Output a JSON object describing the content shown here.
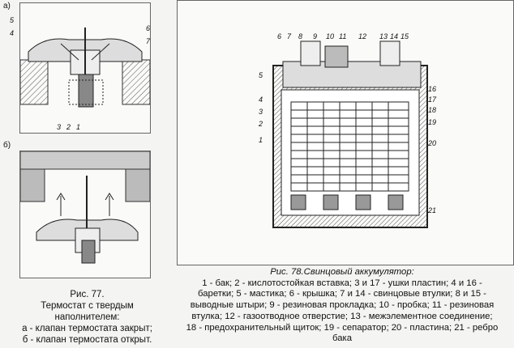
{
  "fig77": {
    "label_a": "а)",
    "label_b": "б)",
    "callouts_a": [
      "5",
      "4",
      "6",
      "7",
      "3",
      "2",
      "1"
    ],
    "caption_title": "Рис. 77.",
    "caption_lines": [
      "Термостат с твердым",
      "наполнителем:",
      "а - клапан термостата закрыт;",
      "б - клапан термостата открыт."
    ]
  },
  "fig78": {
    "callouts_top": [
      "6",
      "7",
      "8",
      "9",
      "10",
      "11",
      "12",
      "13",
      "14",
      "15"
    ],
    "callouts_left": [
      "5",
      "4",
      "3",
      "2",
      "1"
    ],
    "callouts_right": [
      "16",
      "17",
      "18",
      "19",
      "20",
      "21"
    ],
    "caption_title": "Рис. 78.Свинцовый аккумулятор:",
    "caption_lines": [
      "1 - бак; 2 - кислотостойкая вставка; 3 и 17 - ушки пластин; 4 и 16 -",
      "баретки; 5 - мастика; 6 - крышка; 7 и 14 - свинцовые втулки; 8 и 15 -",
      "выводные штыри; 9 - резиновая прокладка; 10 - пробка; 11 - резиновая",
      "втулка; 12 - газоотводное отверстие; 13 - межэлементное соединение;",
      "18 - предохранительный щиток; 19 - сепаратор; 20 - пластина; 21 - ребро",
      "бака"
    ]
  }
}
